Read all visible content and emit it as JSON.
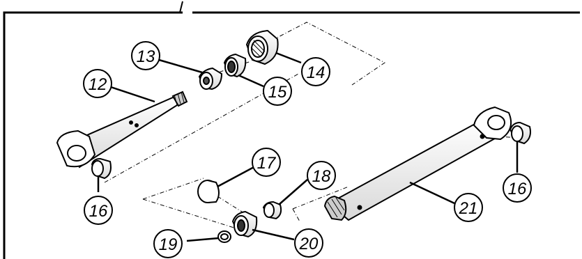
{
  "diagram": {
    "callouts": [
      "12",
      "13",
      "14",
      "15",
      "16",
      "17",
      "18",
      "19",
      "20",
      "21",
      "16"
    ]
  },
  "colors": {
    "line": "#000000",
    "background": "#ffffff",
    "fill": "#ffffff",
    "shade": "#bdbdbd"
  }
}
